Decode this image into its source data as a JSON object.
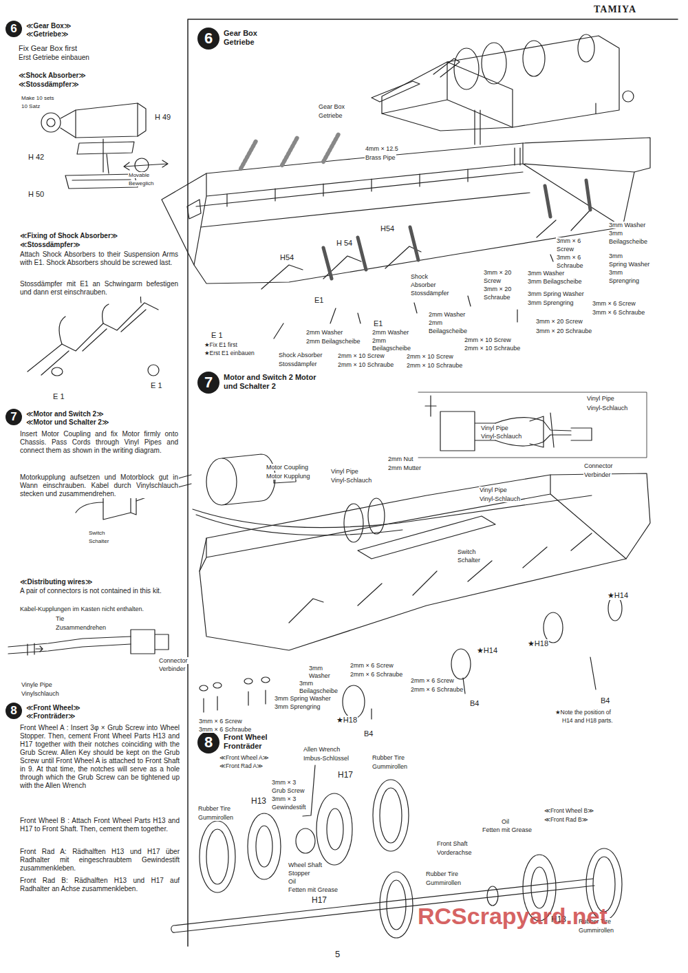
{
  "diagram": {
    "nodes": [
      {
        "text": [
          "6",
          "≪Gear Box≫ ≪Getriebe≫"
        ]
      },
      {
        "text": [
          "6",
          "Gear Box Getriebe"
        ]
      },
      {
        "text": [
          "7",
          "≪Motor and Switch 2≫ ≪Motor und Schalter 2≫"
        ]
      },
      {
        "text": [
          "7",
          "Motor and Switch 2 Motor und Schalter 2"
        ]
      },
      {
        "text": [
          "8",
          "≪Front Wheel≫ ≪Fronträder≫"
        ]
      },
      {
        "text": [
          "8",
          "Front Wheel Fronträder"
        ]
      }
    ],
    "labels": [
      "TAMIYA",
      "Fix Gear Box first",
      "Erst Getriebe einbauen",
      "≪Shock Absorber≫",
      "≪Stossdämpfer≫",
      "Make 10 sets",
      "10 Satz",
      "H 49",
      "H 42",
      "H 50",
      "Movable",
      "Beweglich",
      "≪Fixing of Shock Absorber≫",
      "≪Stossdämpfer≫",
      "Attach Shock Absorbers to their Suspension Arms with E1. Shock Absorbers should be screwed last.",
      "Stossdämpfer mit E1 an Schwingarm befestigen und dann erst einschrauben.",
      "E 1",
      "E 1",
      "Insert Motor Coupling and fix Motor firmly onto Chassis. Pass Cords through Vinyl Pipes and connect them as shown in the writing diagram.",
      "Motorkupplung aufsetzen und Motorblock gut in Wann einschrauben. Kabel durch Vinylschlauch stecken und zusammendrehen.",
      "Switch",
      "Schalter",
      "≪Distributing wires≫",
      "A pair of connectors is not contained in this kit.",
      "Kabel-Kupplungen im Kasten nicht enthalten.",
      "Tie",
      "Zusammendrehen",
      "Connector",
      "Verbinder",
      "Vinyle Pipe",
      "Vinylschlauch",
      "Front Wheel A : Insert 3φ × Grub Screw into Wheel Stopper. Then, cement Front Wheel Parts H13 and H17 together with their notches coinciding with the Grub Screw. Allen Key should be kept on the Grub Screw until Front Wheel A is attached to Front Shaft in 9. At that time, the notches will serve as a hole through which the Grub Screw can be tightened up with the Allen Wrench",
      "Front Wheel B : Attach Front Wheel Parts H13 and H17 to Front Shaft. Then, cement them together.",
      "Front Rad A: Rädhalften H13 und H17 über Radhalter mit eingeschraubtem Gewindestift zusammenkleben.",
      "Front Rad B: Rädhalften H13 und H17 auf Radhalter an Achse zusammenkleben.",
      "Gear Box",
      "Getriebe",
      "4mm × 12.5",
      "Brass Pipe",
      "H54",
      "H 54",
      "H54",
      "E1",
      "E1",
      "E 1",
      "★Fix E1 first",
      "★Erst E1 einbauen",
      "2mm Washer",
      "2mm Beilagscheibe",
      "2mm Washer",
      "2mm",
      "Beilagscheibe",
      "Shock Absorber",
      "Stossdämpfer",
      "2mm × 10 Screw",
      "2mm × 10 Schraube",
      "2mm × 10 Screw",
      "2mm × 10 Schraube",
      "Shock",
      "Absorber",
      "Stossdämpfer",
      "2mm Washer",
      "2mm",
      "Beilagscheibe",
      "2mm × 10 Screw",
      "2mm × 10 Schraube",
      "3mm × 20",
      "Screw",
      "3mm × 20",
      "Schraube",
      "3mm Washer",
      "3mm Beilagscheibe",
      "3mm Spring Washer",
      "3mm Sprengring",
      "3mm × 20 Screw",
      "3mm × 20 Schraube",
      "3mm × 6",
      "Screw",
      "3mm × 6",
      "Schraube",
      "3mm Washer",
      "3mm",
      "Beilagscheibe",
      "3mm",
      "Spring Washer",
      "3mm",
      "Sprengring",
      "3mm × 6 Screw",
      "3mm × 6 Schraube",
      "Vinyl Pipe",
      "Vinyl-Schlauch",
      "Vinyl Pipe",
      "Vinyl-Schlauch",
      "Connector",
      "Verbinder",
      "Motor Coupling",
      "Motor Kupplung",
      "Vinyl Pipe",
      "Vinyl-Schlauch",
      "2mm Nut",
      "2mm Mutter",
      "Vinyl Pipe",
      "Vinyl-Schlauch",
      "Switch",
      "Schalter",
      "★H14",
      "★H14",
      "★H18",
      "B4",
      "B4",
      "B4",
      "★H18",
      "2mm × 6 Screw",
      "2mm × 6 Schraube",
      "2mm × 6 Screw",
      "2mm × 6 Schraube",
      "3mm",
      "Washer",
      "3mm",
      "Beilagscheibe",
      "3mm Spring Washer",
      "3mm Sprengring",
      "3mm × 6 Screw",
      "3mm × 6 Schraube",
      "★Note the position of",
      "H14 and H18 parts.",
      "≪Front Wheel A≫",
      "≪Front Rad A≫",
      "Allen Wrench",
      "Imbus-Schlüssel",
      "H17",
      "Rubber Tire",
      "Gummirollen",
      "3mm × 3",
      "Grub Screw",
      "3mm × 3",
      "Gewindestift",
      "H13",
      "Rubber Tire",
      "Gummirollen",
      "Wheel Shaft",
      "Stopper",
      "Oil",
      "Fetten mit Grease",
      "H17",
      "Front Shaft",
      "Vorderachse",
      "Oil",
      "Fetten mit Grease",
      "≪Front Wheel B≫",
      "≪Front Rad B≫",
      "Rubber Tire",
      "Gummirollen",
      "H13",
      "Rubber Tire",
      "Gummirollen",
      "5",
      "RCScrapyard.net"
    ]
  }
}
